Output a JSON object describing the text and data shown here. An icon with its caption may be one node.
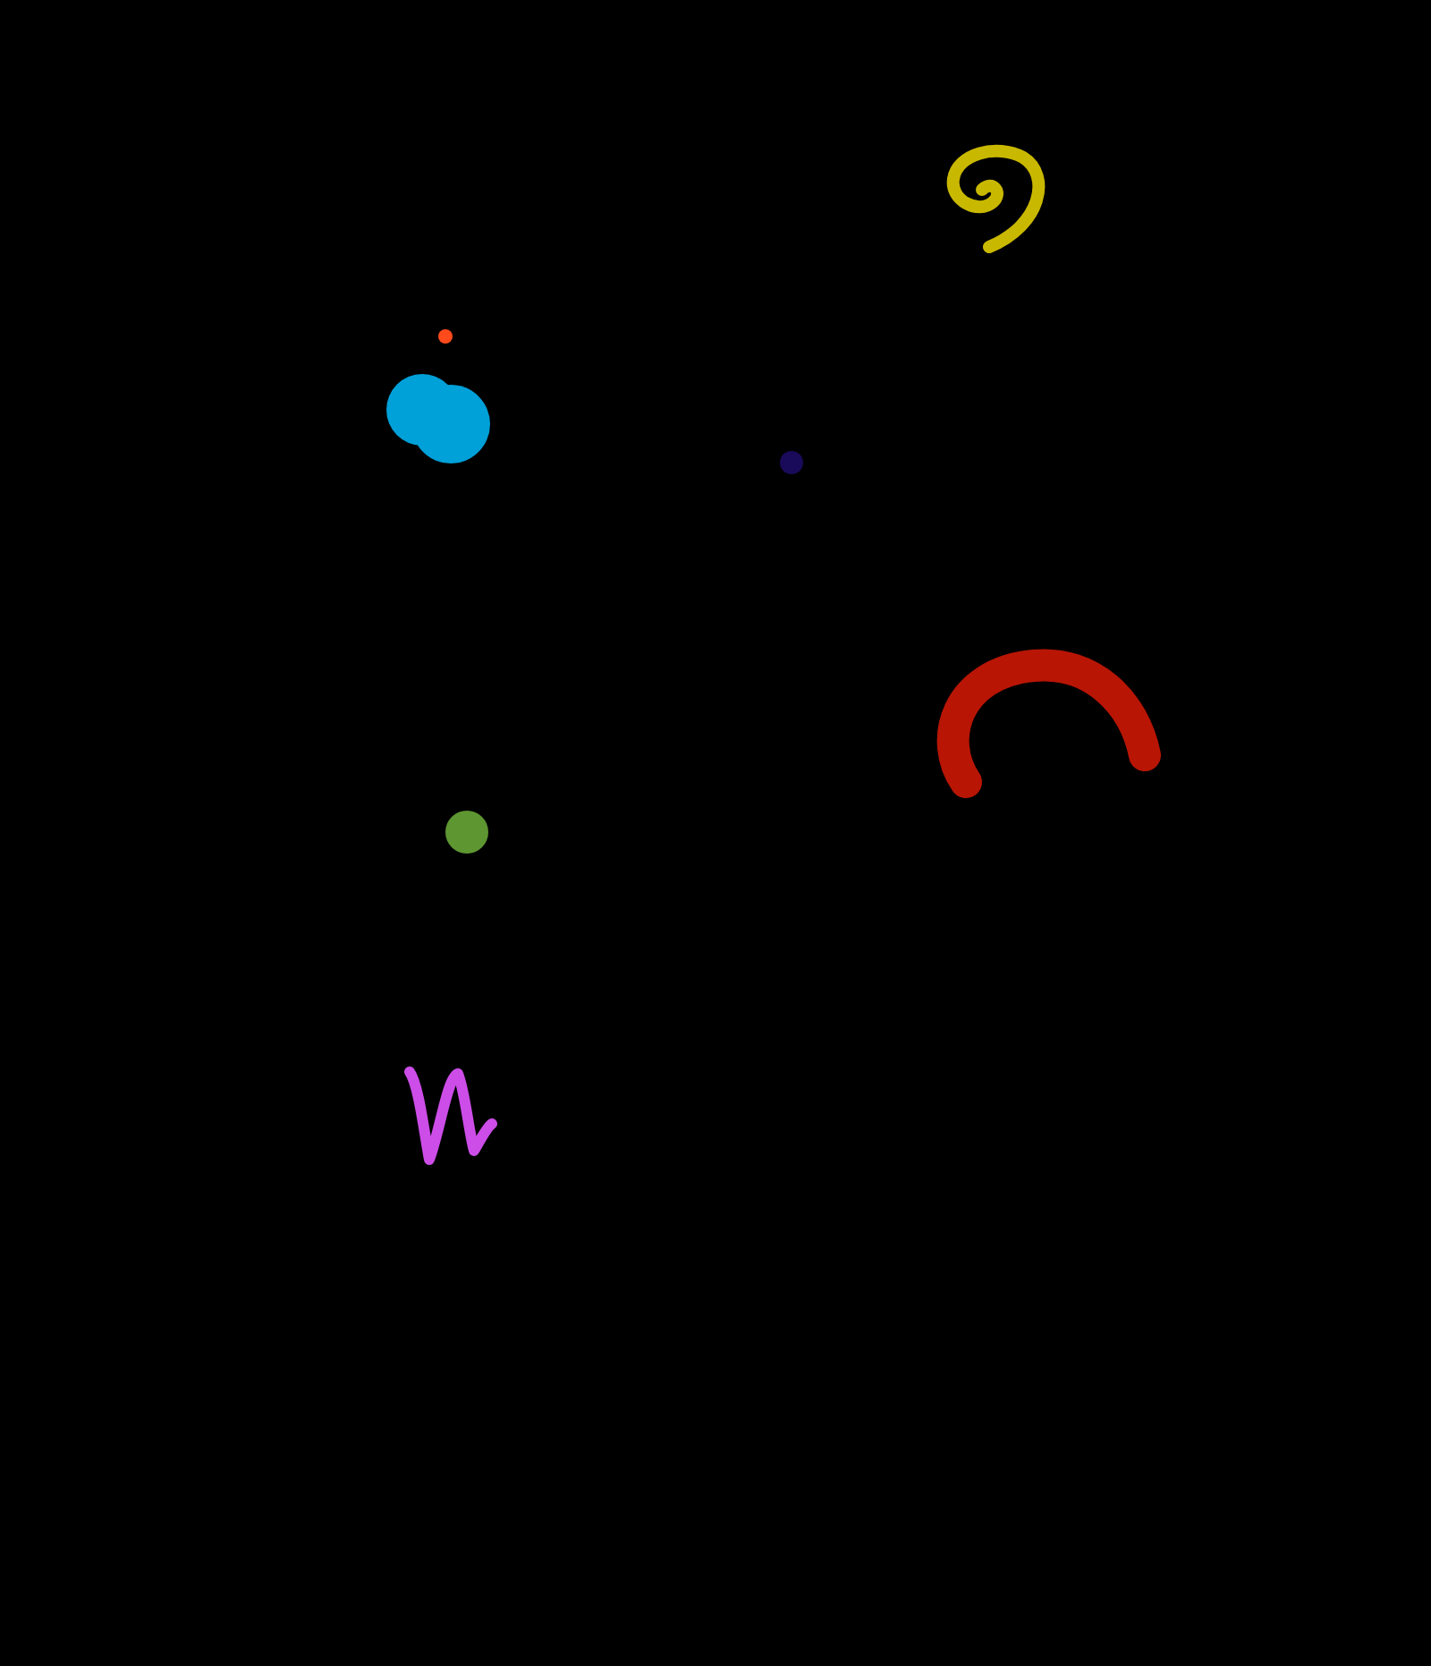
{
  "diagram": {
    "nodes": [
      {
        "text": [],
        "shape": "picture"
      },
      {
        "text": [],
        "shape": "circle"
      },
      {
        "text": [],
        "shape": "cloud"
      },
      {
        "text": [],
        "shape": "circle"
      },
      {
        "text": [],
        "shape": "picture"
      },
      {
        "text": [],
        "shape": "circle"
      },
      {
        "text": [],
        "shape": "picture"
      }
    ]
  }
}
